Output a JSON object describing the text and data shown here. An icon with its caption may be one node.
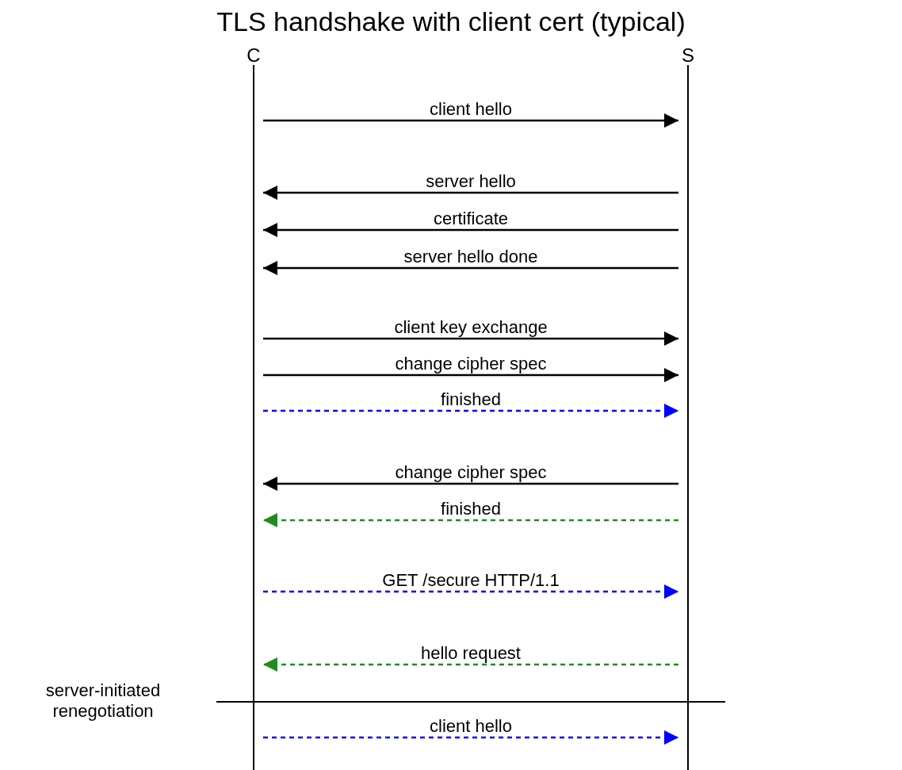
{
  "diagram": {
    "title": "TLS handshake with client cert (typical)",
    "nodes": [
      {
        "text": [
          "C"
        ]
      },
      {
        "text": [
          "S"
        ]
      }
    ],
    "edges": [
      {
        "from": 0,
        "to": 1,
        "arrow": "to",
        "label": "client hello"
      },
      {
        "from": 1,
        "to": 0,
        "arrow": "to",
        "label": "server hello"
      },
      {
        "from": 1,
        "to": 0,
        "arrow": "to",
        "label": "certificate"
      },
      {
        "from": 1,
        "to": 0,
        "arrow": "to",
        "label": "server hello done"
      },
      {
        "from": 0,
        "to": 1,
        "arrow": "to",
        "label": "client key exchange"
      },
      {
        "from": 0,
        "to": 1,
        "arrow": "to",
        "label": "change cipher spec"
      },
      {
        "from": 0,
        "to": 1,
        "arrow": "to",
        "label": "finished",
        "style": "dashed",
        "color": "#0000ff"
      },
      {
        "from": 1,
        "to": 0,
        "arrow": "to",
        "label": "change cipher spec"
      },
      {
        "from": 1,
        "to": 0,
        "arrow": "to",
        "label": "finished",
        "style": "dashed",
        "color": "#1e8c1e"
      },
      {
        "from": 0,
        "to": 1,
        "arrow": "to",
        "label": "GET /secure HTTP/1.1",
        "style": "dashed",
        "color": "#0000ff"
      },
      {
        "from": 1,
        "to": 0,
        "arrow": "to",
        "label": "hello request",
        "style": "dashed",
        "color": "#1e8c1e"
      },
      {
        "from": 0,
        "to": 1,
        "arrow": "to",
        "label": "client hello",
        "style": "dashed",
        "color": "#0000ff"
      }
    ],
    "labels": [
      "server-initiated renegotiation"
    ]
  }
}
